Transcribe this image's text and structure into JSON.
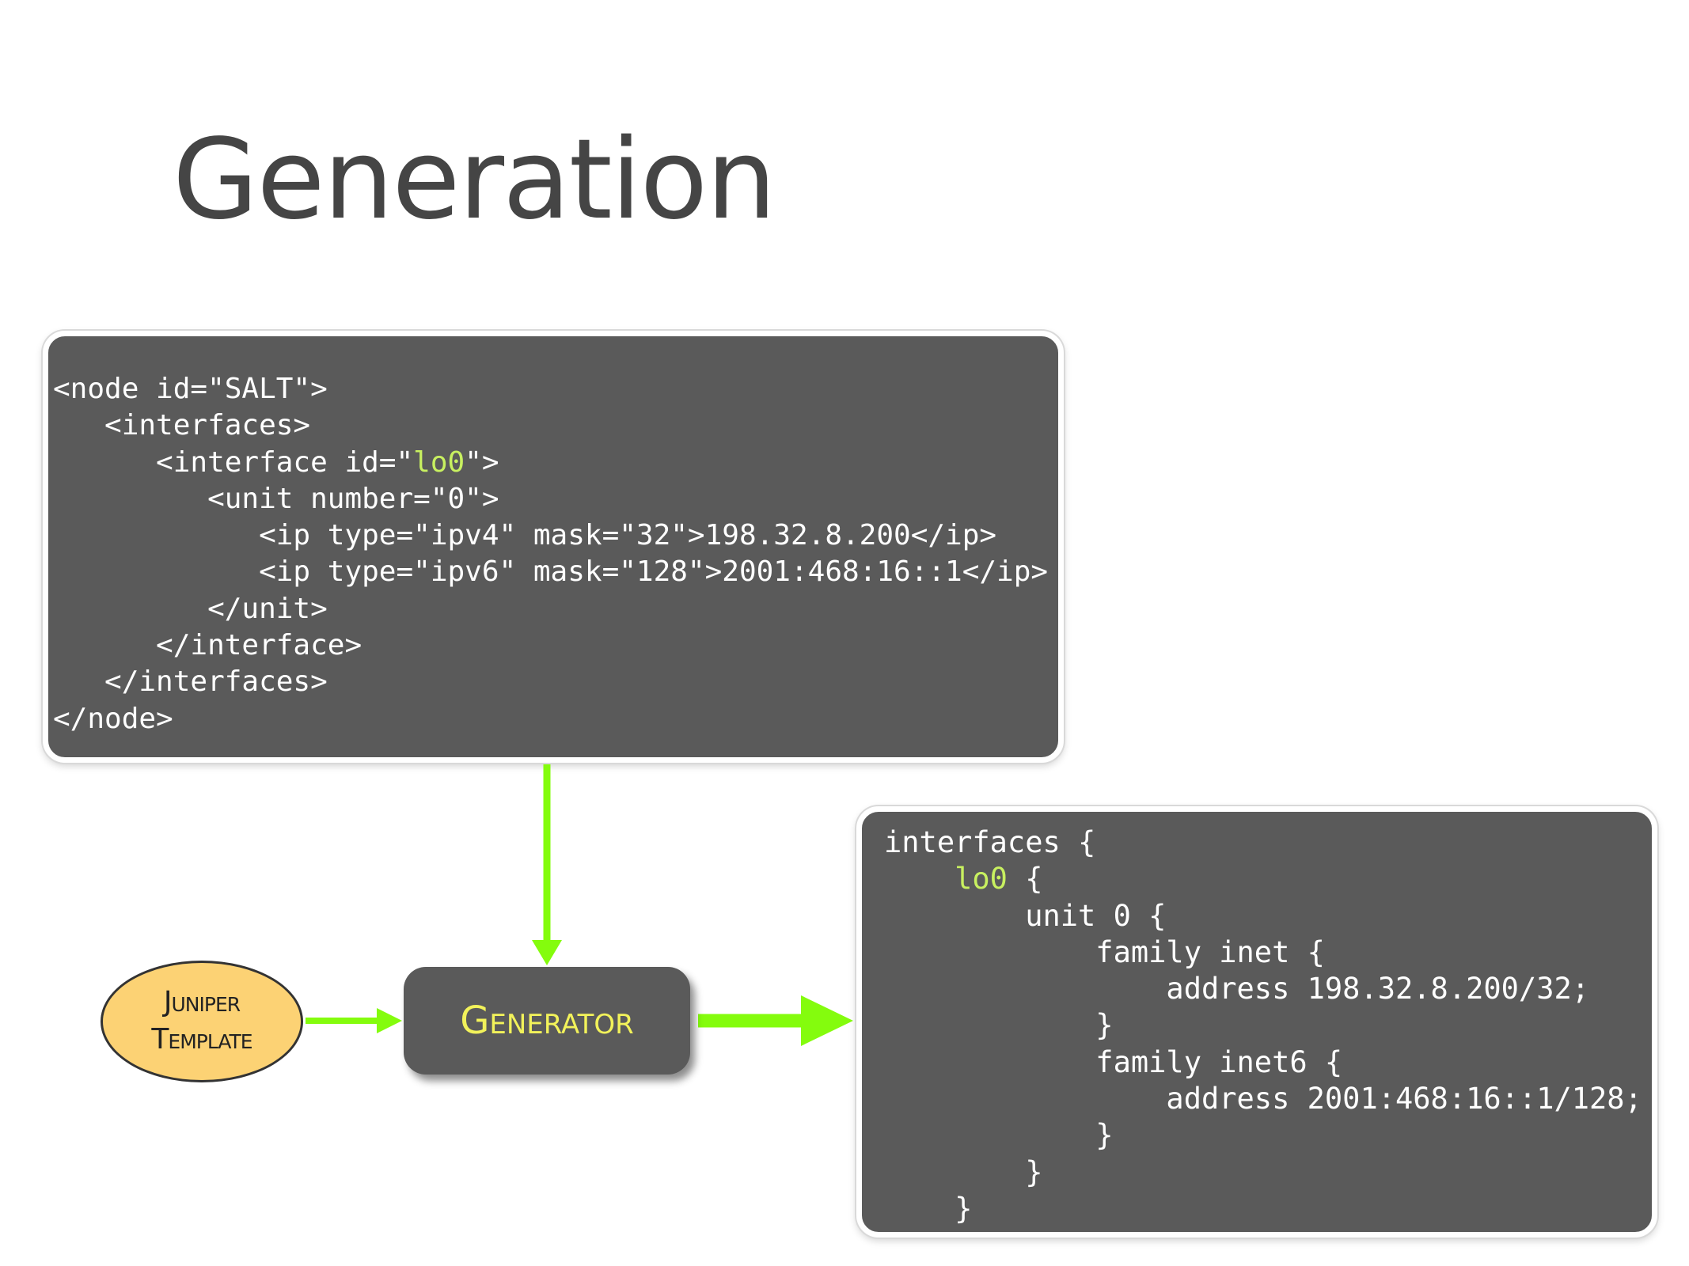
{
  "title": "Generation",
  "xml_config": {
    "lines": [
      {
        "parts": [
          {
            "text": "<node id=\"SALT\">"
          }
        ]
      },
      {
        "parts": [
          {
            "text": "   <interfaces>"
          }
        ]
      },
      {
        "parts": [
          {
            "text": "      <interface id=\""
          },
          {
            "text": "lo0",
            "highlight": true
          },
          {
            "text": "\">"
          }
        ]
      },
      {
        "parts": [
          {
            "text": "         <unit number=\"0\">"
          }
        ]
      },
      {
        "parts": [
          {
            "text": "            <ip type=\"ipv4\" mask=\"32\">198.32.8.200</ip>"
          }
        ]
      },
      {
        "parts": [
          {
            "text": "            <ip type=\"ipv6\" mask=\"128\">2001:468:16::1</ip>"
          }
        ]
      },
      {
        "parts": [
          {
            "text": "         </unit>"
          }
        ]
      },
      {
        "parts": [
          {
            "text": "      </interface>"
          }
        ]
      },
      {
        "parts": [
          {
            "text": "   </interfaces>"
          }
        ]
      },
      {
        "parts": [
          {
            "text": "</node>"
          }
        ]
      }
    ]
  },
  "generator": {
    "label": "Generator"
  },
  "template": {
    "line1": "Juniper",
    "line2": "Template"
  },
  "junos_output": {
    "lines": [
      {
        "parts": [
          {
            "text": "interfaces {"
          }
        ]
      },
      {
        "parts": [
          {
            "text": "    "
          },
          {
            "text": "lo0",
            "highlight": true
          },
          {
            "text": " {"
          }
        ]
      },
      {
        "parts": [
          {
            "text": "        unit 0 {"
          }
        ]
      },
      {
        "parts": [
          {
            "text": "            family inet {"
          }
        ]
      },
      {
        "parts": [
          {
            "text": "                address 198.32.8.200/32;"
          }
        ]
      },
      {
        "parts": [
          {
            "text": "            }"
          }
        ]
      },
      {
        "parts": [
          {
            "text": "            family inet6 {"
          }
        ]
      },
      {
        "parts": [
          {
            "text": "                address 2001:468:16::1/128;"
          }
        ]
      },
      {
        "parts": [
          {
            "text": "            }"
          }
        ]
      },
      {
        "parts": [
          {
            "text": "        }"
          }
        ]
      },
      {
        "parts": [
          {
            "text": "    }"
          }
        ]
      }
    ]
  },
  "colors": {
    "arrow": "#84fc0d",
    "highlight": "#c8f060",
    "generator_text": "#f2f25a",
    "template_fill": "#fcd274",
    "box_fill": "#5a5a5a"
  }
}
